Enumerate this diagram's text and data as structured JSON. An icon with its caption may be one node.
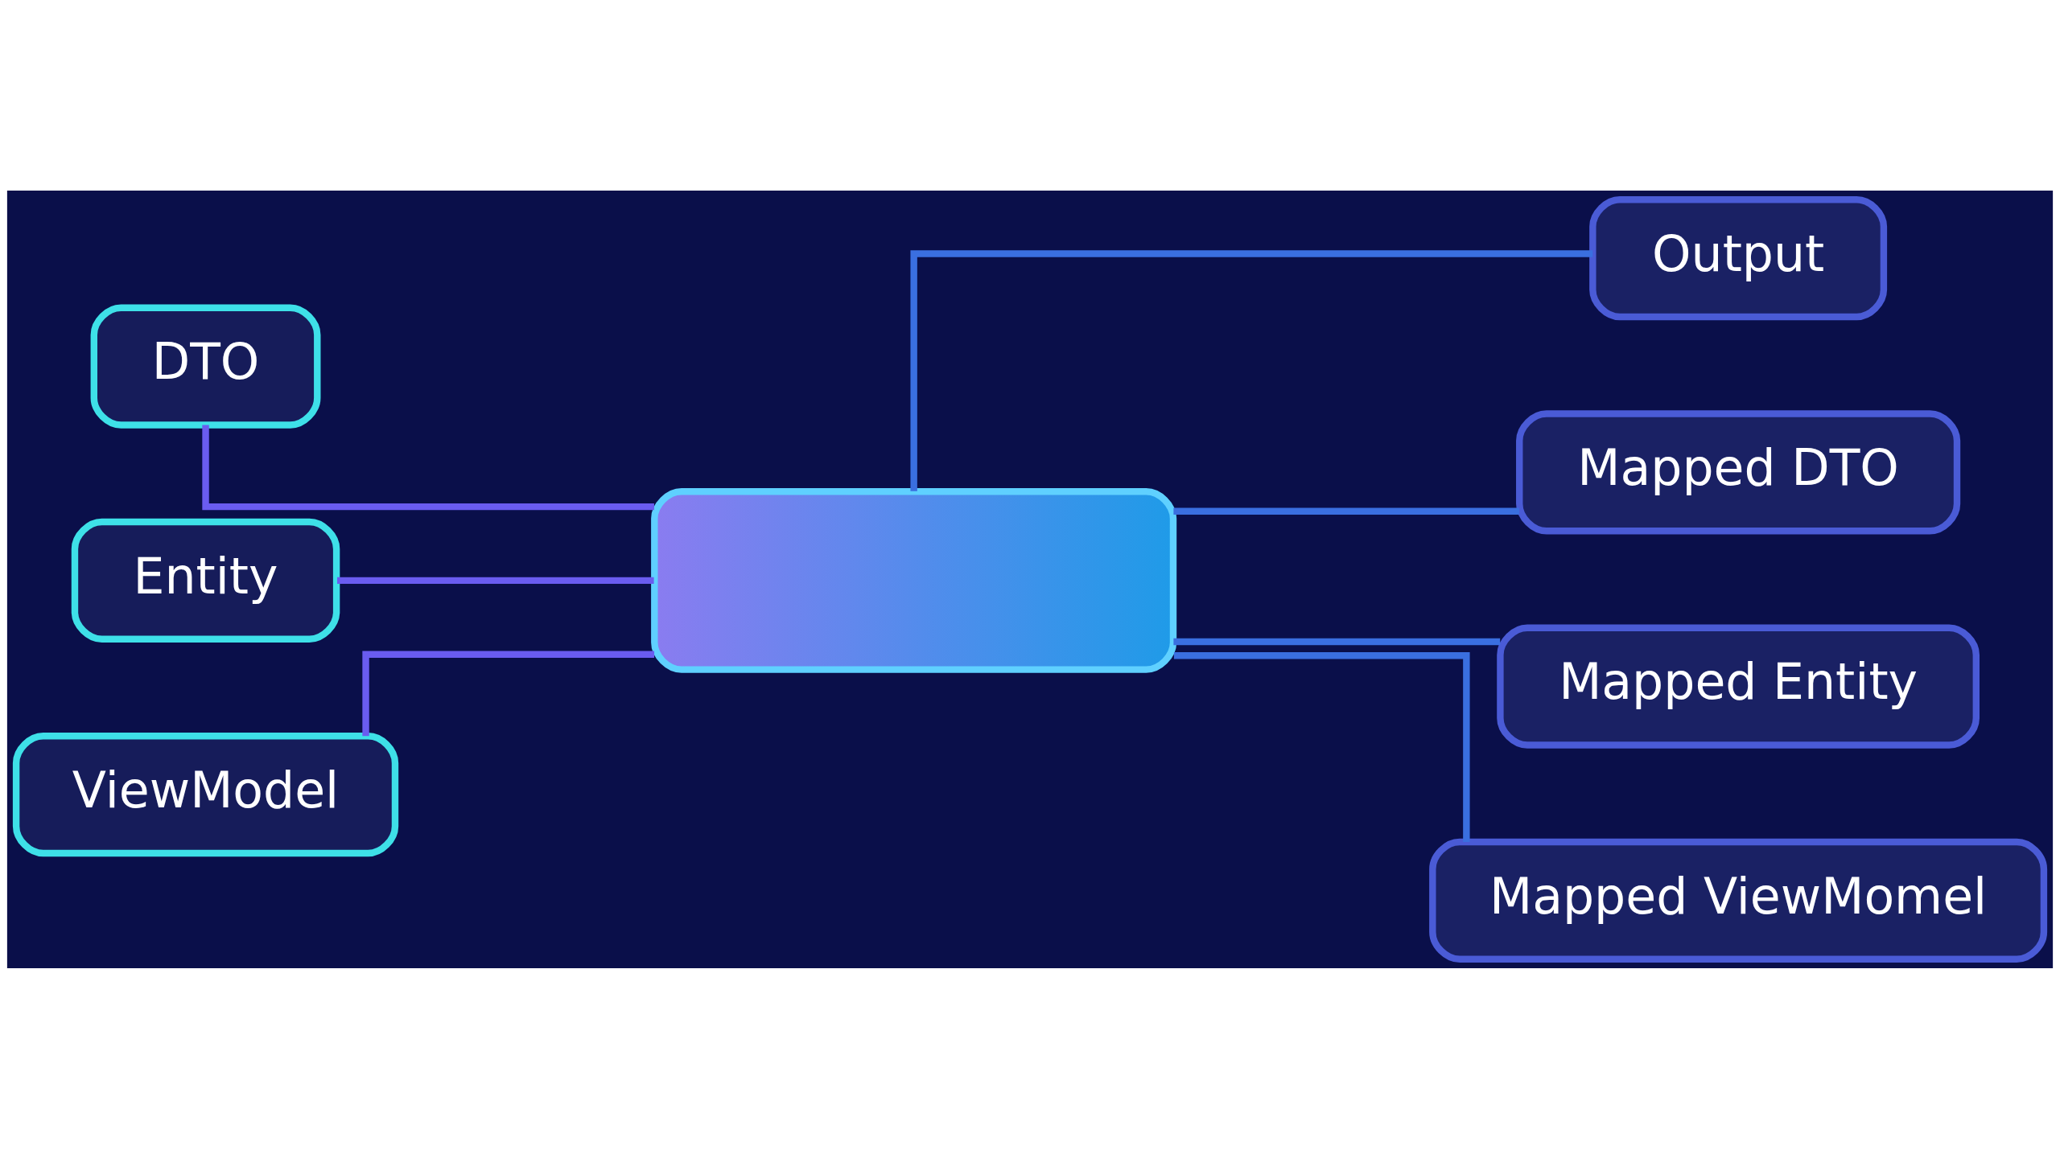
{
  "diagram": {
    "nodes": [
      {
        "text": [
          "DTO"
        ]
      },
      {
        "text": [
          "Entity"
        ]
      },
      {
        "text": [
          "ViewModel"
        ]
      },
      {
        "text": [],
        "shape": "box"
      },
      {
        "text": [
          "Output"
        ]
      },
      {
        "text": [
          "Mapped DTO"
        ]
      },
      {
        "text": [
          "Mapped Entity"
        ]
      },
      {
        "text": [
          "Mapped ViewMomel"
        ]
      }
    ],
    "edges": [
      {
        "from": 0,
        "to": 3,
        "arrow": "none"
      },
      {
        "from": 1,
        "to": 3,
        "arrow": "none"
      },
      {
        "from": 2,
        "to": 3,
        "arrow": "none"
      },
      {
        "from": 3,
        "to": 4,
        "arrow": "none"
      },
      {
        "from": 3,
        "to": 5,
        "arrow": "none"
      },
      {
        "from": 3,
        "to": 6,
        "arrow": "none"
      },
      {
        "from": 3,
        "to": 7,
        "arrow": "none"
      }
    ]
  }
}
